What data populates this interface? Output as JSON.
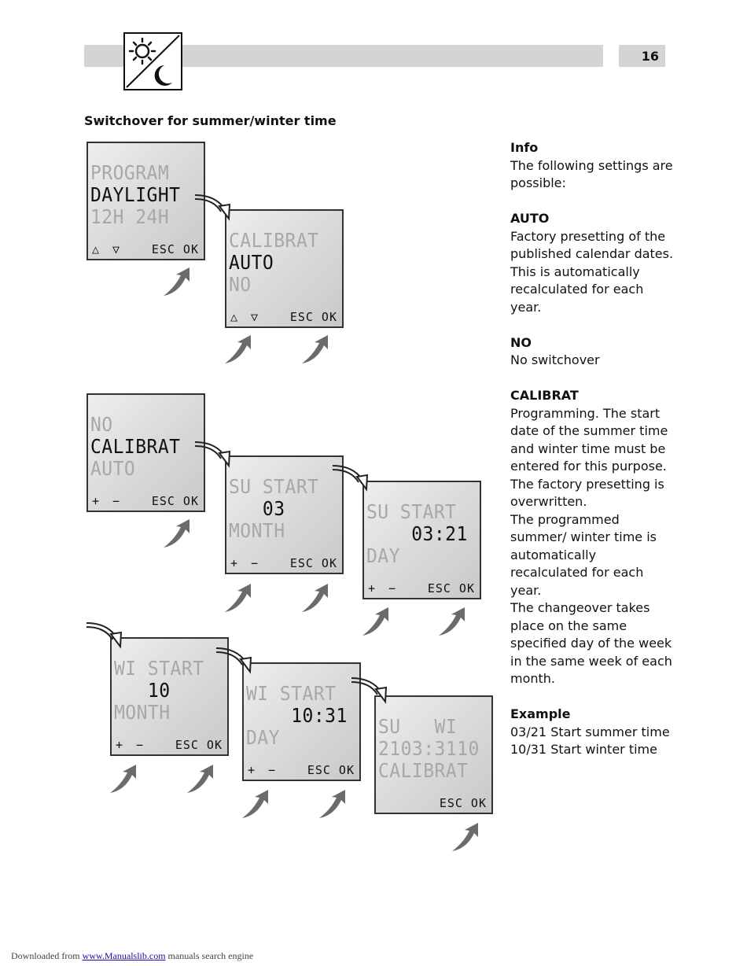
{
  "header": {
    "page_number": "16",
    "icon": "sun-moon-icon"
  },
  "section_title": "Switchover for summer/winter time",
  "lcds": [
    {
      "lines": [
        [
          "PROGRAM",
          "light"
        ],
        [
          "DAYLIGHT",
          "dark"
        ],
        [
          "12H 24H",
          "light"
        ]
      ],
      "ctrl_left": "△ ▽",
      "ctrl_right": "ESC OK"
    },
    {
      "lines": [
        [
          "CALIBRAT",
          "light"
        ],
        [
          "AUTO",
          "dark"
        ],
        [
          "NO",
          "light"
        ]
      ],
      "ctrl_left": "△ ▽",
      "ctrl_right": "ESC OK"
    },
    {
      "lines": [
        [
          "NO",
          "light"
        ],
        [
          "CALIBRAT",
          "dark"
        ],
        [
          "AUTO",
          "light"
        ]
      ],
      "ctrl_left": "+ −",
      "ctrl_right": "ESC OK"
    },
    {
      "lines": [
        [
          "SU START",
          "light"
        ],
        [
          "   03",
          "dark"
        ],
        [
          "MONTH",
          "light"
        ]
      ],
      "ctrl_left": "+ −",
      "ctrl_right": "ESC OK"
    },
    {
      "lines": [
        [
          "SU START",
          "light"
        ],
        [
          "    03:21",
          "dark"
        ],
        [
          "DAY",
          "light"
        ]
      ],
      "ctrl_left": "+ −",
      "ctrl_right": "ESC OK"
    },
    {
      "lines": [
        [
          "WI START",
          "light"
        ],
        [
          "   10",
          "dark"
        ],
        [
          "MONTH",
          "light"
        ]
      ],
      "ctrl_left": "+ −",
      "ctrl_right": "ESC OK"
    },
    {
      "lines": [
        [
          "WI START",
          "light"
        ],
        [
          "    10:31",
          "dark"
        ],
        [
          "DAY",
          "light"
        ]
      ],
      "ctrl_left": "+ −",
      "ctrl_right": "ESC OK"
    },
    {
      "lines": [
        [
          "SU   WI",
          "light"
        ],
        [
          "2103:3110",
          "light"
        ],
        [
          "CALIBRAT",
          "light"
        ]
      ],
      "ctrl_left": "",
      "ctrl_right": "ESC OK"
    }
  ],
  "info": {
    "info_heading": "Info",
    "info_text": "The following settings are possible:",
    "auto_heading": "AUTO",
    "auto_text": "Factory presetting of the published calendar dates. This is automatically recalculated for each year.",
    "no_heading": "NO",
    "no_text": "No switchover",
    "calibrat_heading": "CALIBRAT",
    "calibrat_text": "Programming. The start date of the summer time and winter time must be entered for this purpose. The factory presetting is overwritten.",
    "calibrat_text2": "The programmed summer/ winter time is automatically recalculated for each year.",
    "calibrat_text3": "The changeover takes place on the same specified day of the week in the same week of each month.",
    "example_heading": "Example",
    "example_line1": "03/21 Start summer time",
    "example_line2": "10/31 Start winter time"
  },
  "footer": {
    "prefix": "Downloaded from",
    "link": "www.Manualslib.com",
    "suffix": "manuals search engine"
  }
}
